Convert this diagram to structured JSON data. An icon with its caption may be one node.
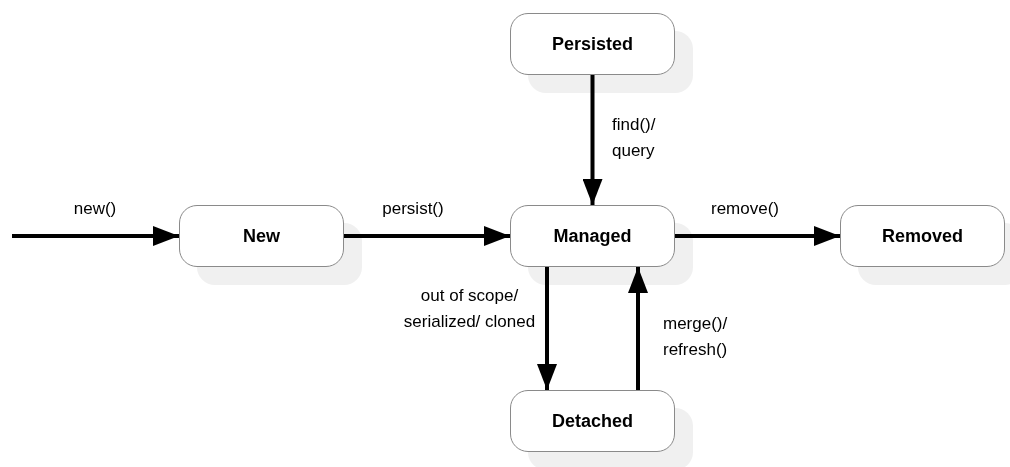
{
  "diagram": {
    "nodes": [
      {
        "text": [
          "Persisted"
        ]
      },
      {
        "text": [
          "New"
        ]
      },
      {
        "text": [
          "Managed"
        ]
      },
      {
        "text": [
          "Removed"
        ]
      },
      {
        "text": [
          "Detached"
        ]
      }
    ],
    "edges": [
      {
        "from": null,
        "to": 1,
        "arrow": "to",
        "label": "new()"
      },
      {
        "from": 1,
        "to": 2,
        "arrow": "to",
        "label": "persist()"
      },
      {
        "from": 0,
        "to": 2,
        "arrow": "to",
        "label": "find()/ query"
      },
      {
        "from": 2,
        "to": 3,
        "arrow": "to",
        "label": "remove()"
      },
      {
        "from": 2,
        "to": 4,
        "arrow": "to",
        "label": "out of scope/ serialized/ cloned"
      },
      {
        "from": 4,
        "to": 2,
        "arrow": "to",
        "label": "merge()/ refresh()"
      }
    ]
  }
}
